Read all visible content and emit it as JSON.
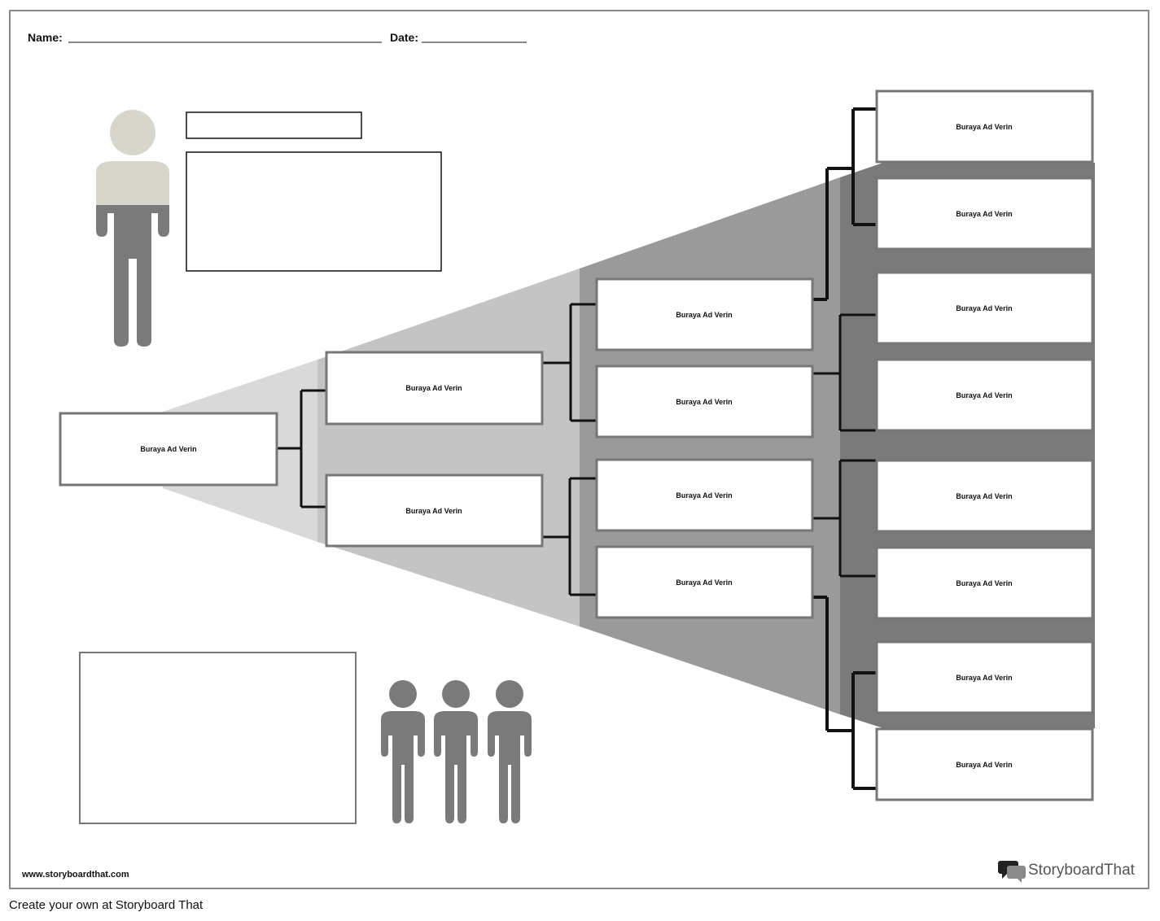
{
  "header": {
    "name_label": "Name:",
    "date_label": "Date:"
  },
  "tree": {
    "root": "Buraya Ad Verin",
    "level1": [
      "Buraya Ad Verin",
      "Buraya Ad Verin"
    ],
    "level2": [
      "Buraya Ad Verin",
      "Buraya Ad Verin",
      "Buraya Ad Verin",
      "Buraya Ad Verin"
    ],
    "level3": [
      "Buraya Ad Verin",
      "Buraya Ad Verin",
      "Buraya Ad Verin",
      "Buraya Ad Verin",
      "Buraya Ad Verin",
      "Buraya Ad Verin",
      "Buraya Ad Verin",
      "Buraya Ad Verin"
    ]
  },
  "icons": {
    "person": "person-icon",
    "group": "people-group-icon",
    "logo": "speech-bubbles-icon"
  },
  "colors": {
    "wedge_light": "#d9d9d9",
    "wedge_mid": "#c4c4c4",
    "wedge_dark": "#9a9a9a",
    "wedge_darkest": "#7a7a7a",
    "person_top": "#d6d6cc",
    "person_bottom": "#7a7a7a"
  },
  "watermark": "www.storyboardthat.com",
  "logo_text": "StoryboardThat",
  "footer": "Create your own at Storyboard That"
}
